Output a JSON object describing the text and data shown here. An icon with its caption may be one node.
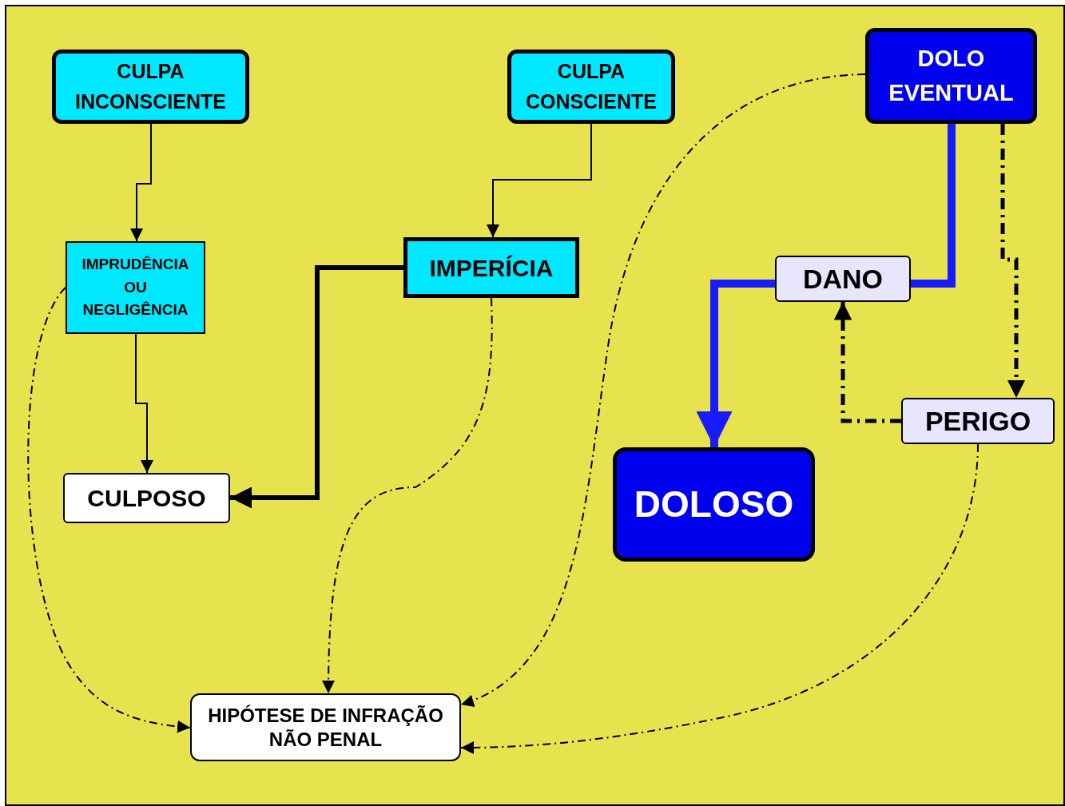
{
  "diagram": {
    "nodes": [
      {
        "text": [
          "CULPA INCONSCIENTE"
        ]
      },
      {
        "text": [
          "CULPA CONSCIENTE"
        ]
      },
      {
        "text": [
          "DOLO EVENTUAL"
        ]
      },
      {
        "text": [
          "IMPRUDÊNCIA OU NEGLIGÊNCIA"
        ]
      },
      {
        "text": [
          "IMPERÍCIA"
        ]
      },
      {
        "text": [
          "DANO"
        ]
      },
      {
        "text": [
          "CULPOSO"
        ]
      },
      {
        "text": [
          "PERIGO"
        ]
      },
      {
        "text": [
          "DOLOSO"
        ]
      },
      {
        "text": [
          "HIPÓTESE DE INFRAÇÃO NÃO PENAL"
        ]
      }
    ],
    "edges": [
      {
        "from": 0,
        "to": 3,
        "arrow": "to"
      },
      {
        "from": 3,
        "to": 6,
        "arrow": "to"
      },
      {
        "from": 1,
        "to": 4,
        "arrow": "to"
      },
      {
        "from": 4,
        "to": 6,
        "arrow": "to",
        "style": "thick"
      },
      {
        "from": 2,
        "to": 5,
        "arrow": "none",
        "style": "thick",
        "color": "#1a1aff"
      },
      {
        "from": 5,
        "to": 8,
        "arrow": "to",
        "style": "thick",
        "color": "#1a1aff"
      },
      {
        "from": 2,
        "to": 7,
        "arrow": "to",
        "style": "dashed"
      },
      {
        "from": 7,
        "to": 5,
        "arrow": "to",
        "style": "dashed"
      },
      {
        "from": 3,
        "to": 9,
        "arrow": "to",
        "style": "dashed"
      },
      {
        "from": 4,
        "to": 9,
        "arrow": "to",
        "style": "dashed"
      },
      {
        "from": 2,
        "to": 9,
        "arrow": "to",
        "style": "dashed"
      },
      {
        "from": 7,
        "to": 9,
        "arrow": "to",
        "style": "dashed"
      }
    ]
  }
}
